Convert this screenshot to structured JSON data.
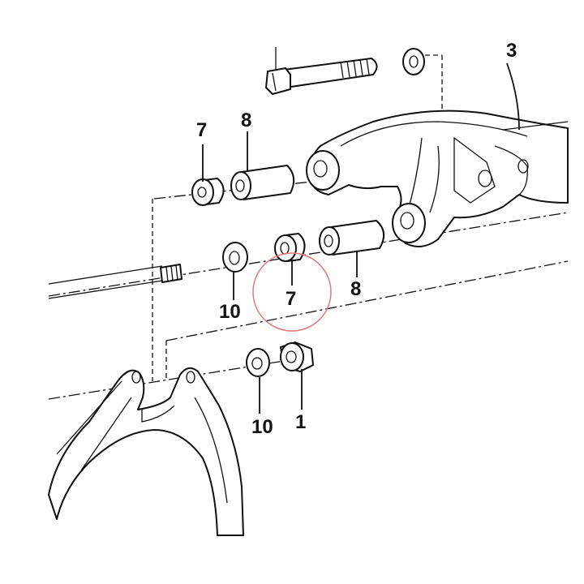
{
  "diagram": {
    "callouts": {
      "part_3": "3",
      "sleeve_top_7": "7",
      "bushing_top_8": "8",
      "spacer_mid_7": "7",
      "bushing_mid_8": "8",
      "washer_mid_10": "10",
      "washer_low_10": "10",
      "nut_1": "1"
    },
    "highlight": {
      "target": "spacer_mid_7",
      "color": "#e07a7a"
    }
  }
}
